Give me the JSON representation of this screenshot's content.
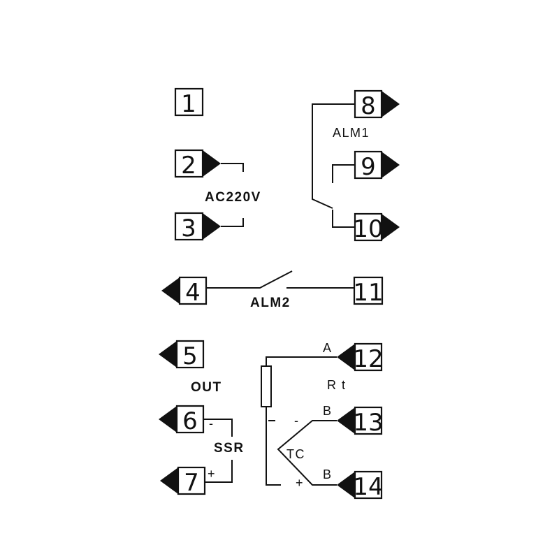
{
  "terminals": {
    "t1": "1",
    "t2": "2",
    "t3": "3",
    "t4": "4",
    "t5": "5",
    "t6": "6",
    "t7": "7",
    "t8": "8",
    "t9": "9",
    "t10": "10",
    "t11": "11",
    "t12": "12",
    "t13": "13",
    "t14": "14"
  },
  "labels": {
    "power": "AC220V",
    "alarm1": "ALM1",
    "alarm2": "ALM2",
    "output": "OUT",
    "ssr": "SSR",
    "rtd": "R t",
    "thermocouple": "TC",
    "a": "A",
    "b_top": "B",
    "b_bottom": "B",
    "minus_ssr": "-",
    "plus_ssr": "+",
    "minus_tc": "-",
    "plus_tc": "+"
  },
  "colors": {
    "ink": "#111111",
    "background": "#ffffff"
  }
}
